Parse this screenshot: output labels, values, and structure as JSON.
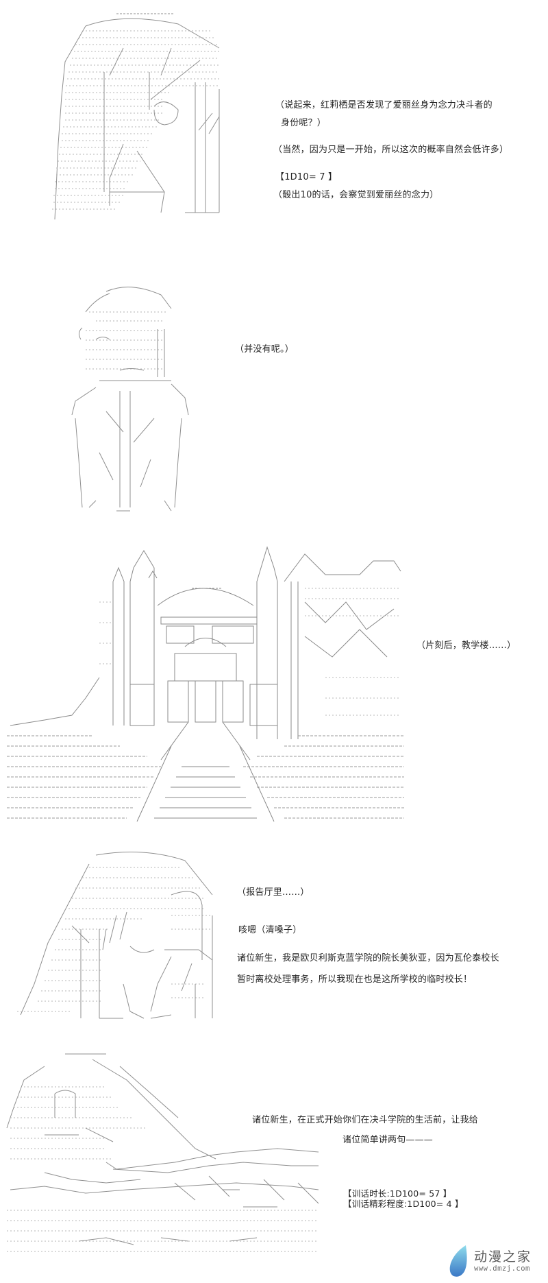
{
  "page": {
    "panels": [
      {
        "id": "panel-1",
        "art": "hooded-girl-close-up-aa",
        "lines": [
          "（说起来，红莉栖是否发现了爱丽丝身为念力决斗者的",
          "身份呢？）",
          "（当然，因为只是一开始，所以这次的概率自然会低许多）",
          "【1D10= 7 】",
          "（骰出10的话，会察觉到爱丽丝的念力）"
        ]
      },
      {
        "id": "panel-2",
        "art": "girl-with-headphones-standing-aa",
        "lines": [
          "（并没有呢。）"
        ]
      },
      {
        "id": "panel-3",
        "art": "school-building-with-stairs-aa",
        "lines": [
          "（片刻后，教学楼……）"
        ]
      },
      {
        "id": "panel-4",
        "art": "long-haired-woman-profile-aa",
        "lines": [
          "（报告厅里……）",
          "咳嗯（清嗓子）",
          "诸位新生，我是欧贝利斯克蓝学院的院长美狄亚，因为瓦伦泰校长",
          "暂时离校处理事务，所以我现在也是这所学校的临时校长！"
        ]
      },
      {
        "id": "panel-5",
        "art": "woman-leaning-hand-on-cheek-aa",
        "lines": [
          "诸位新生，在正式开始你们在决斗学院的生活前，让我给",
          "诸位简单讲两句———",
          "【训话时长:1D100= 57 】",
          "【训话精彩程度:1D100= 4 】"
        ]
      }
    ]
  },
  "watermark": {
    "name": "动漫之家",
    "url": "www.dmzj.com",
    "icon": "water-drop-logo-icon",
    "colors": {
      "drop_top": "#7fd3e6",
      "drop_bottom": "#3f7fc9",
      "text": "#5a5a5a"
    }
  },
  "colors": {
    "background": "#ffffff",
    "text": "#262626",
    "art_line": "#8a8a8a"
  }
}
